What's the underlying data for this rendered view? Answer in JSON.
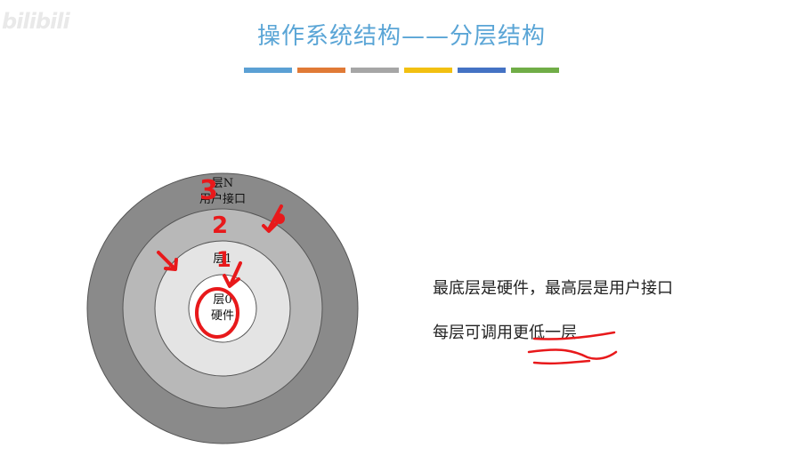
{
  "watermark": "bilibili",
  "title": "操作系统结构——分层结构",
  "colors": {
    "title": "#5aa5d6",
    "bars": [
      "#5ba0d4",
      "#e07a36",
      "#a6a6a6",
      "#f2c011",
      "#4472c4",
      "#70ad47"
    ],
    "ring_outer": "#8a8a8a",
    "ring_2": "#b8b8b8",
    "ring_3": "#e4e4e4",
    "ring_core": "#ffffff",
    "annotation": "#e8191b"
  },
  "diagram": {
    "layers": [
      {
        "name": "层N",
        "desc": "用户接口"
      },
      {
        "name": "层1",
        "desc": ""
      },
      {
        "name": "层0",
        "desc": "硬件"
      }
    ],
    "handwritten": [
      "3",
      "2",
      "1"
    ]
  },
  "statements": {
    "line1": "最底层是硬件，最高层是用户接口",
    "line2_prefix": "每层可调用",
    "line2_emph": "更低一层"
  }
}
